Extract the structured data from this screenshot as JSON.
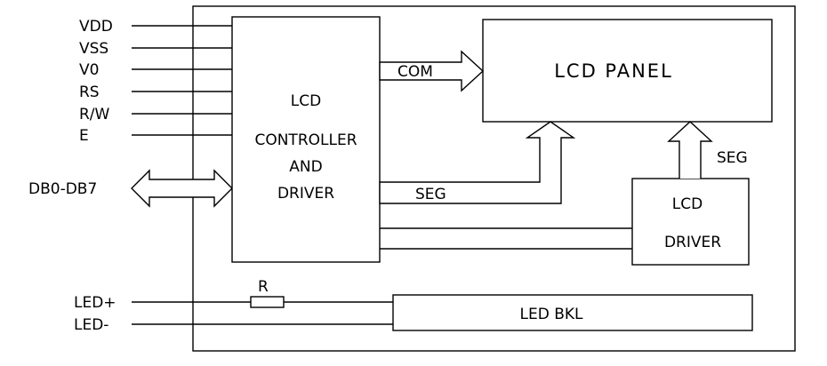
{
  "pins": {
    "vdd": "VDD",
    "vss": "VSS",
    "v0": "V0",
    "rs": "RS",
    "rw": "R/W",
    "e": "E",
    "db": "DB0-DB7",
    "led_plus": "LED+",
    "led_minus": "LED-"
  },
  "blocks": {
    "controller": {
      "line1": "LCD",
      "line2": "CONTROLLER",
      "line3": "AND",
      "line4": "DRIVER"
    },
    "panel": "LCD PANEL",
    "driver": {
      "line1": "LCD",
      "line2": "DRIVER"
    },
    "backlight": "LED BKL"
  },
  "signals": {
    "com": "COM",
    "seg_controller": "SEG",
    "seg_driver": "SEG",
    "resistor": "R"
  }
}
